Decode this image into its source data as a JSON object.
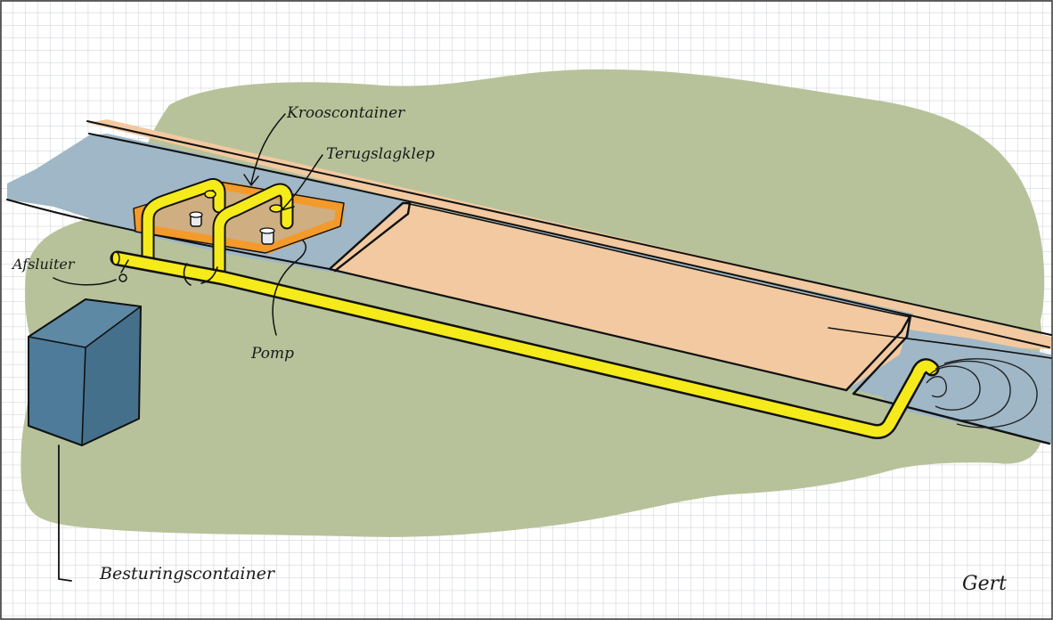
{
  "labels": {
    "krooscontainer": "Krooscontainer",
    "terugslagklep": "Terugslagklep",
    "afsluiter": "Afsluiter",
    "pomp": "Pomp",
    "besturingscontainer": "Besturingscontainer",
    "signature": "Gert"
  },
  "colors": {
    "grid": "#c9ccd2",
    "grass": "#b7c29a",
    "water": "#9fb7c6",
    "sand": "#f2c9a0",
    "pipe": "#f5ea1a",
    "pipe_outline": "#e2c300",
    "kroos_frame": "#f39a2a",
    "control_box": "#4d7b99"
  }
}
